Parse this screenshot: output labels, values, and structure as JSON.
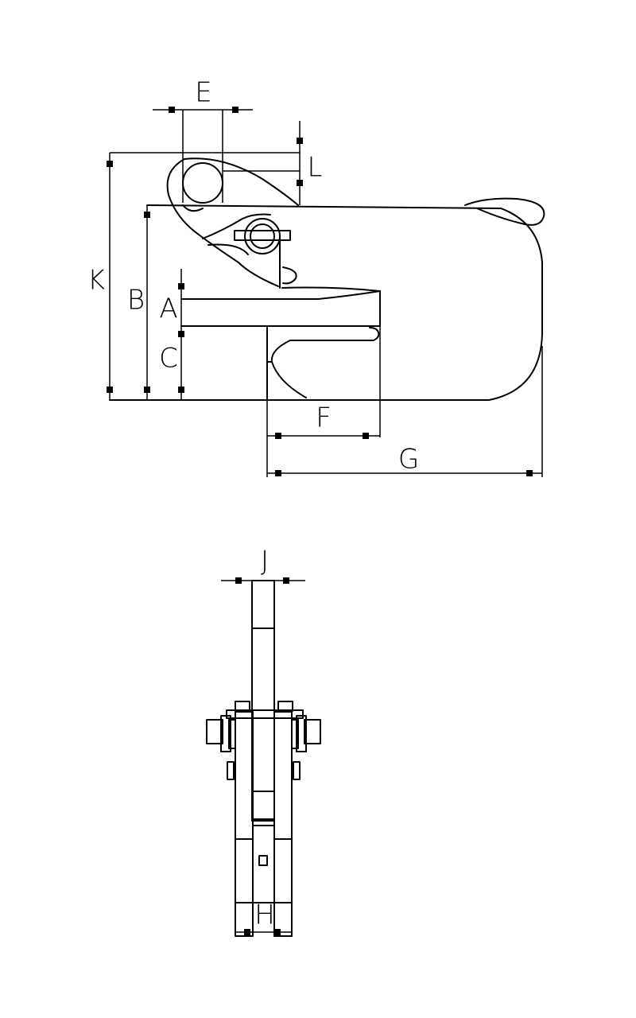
{
  "side_view": {
    "dimensions": {
      "E": "E",
      "L": "L",
      "K": "K",
      "B": "B",
      "A": "A",
      "C": "C",
      "F": "F",
      "G": "G"
    }
  },
  "end_view": {
    "dimensions": {
      "J": "J",
      "H": "H"
    }
  },
  "colors": {
    "line": "#000000",
    "background": "#ffffff"
  }
}
